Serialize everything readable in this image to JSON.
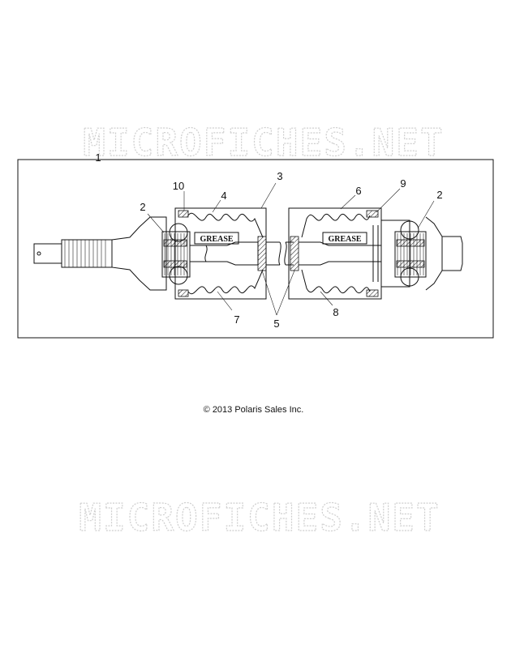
{
  "watermark": {
    "top": "MICROFICHES.NET",
    "bottom": "MICROFICHES.NET"
  },
  "labels": {
    "grease_left": "GREASE",
    "grease_right": "GREASE"
  },
  "callouts": [
    "1",
    "2",
    "10",
    "4",
    "3",
    "6",
    "9",
    "2",
    "7",
    "5",
    "8"
  ],
  "copyright": "© 2013 Polaris Sales Inc."
}
